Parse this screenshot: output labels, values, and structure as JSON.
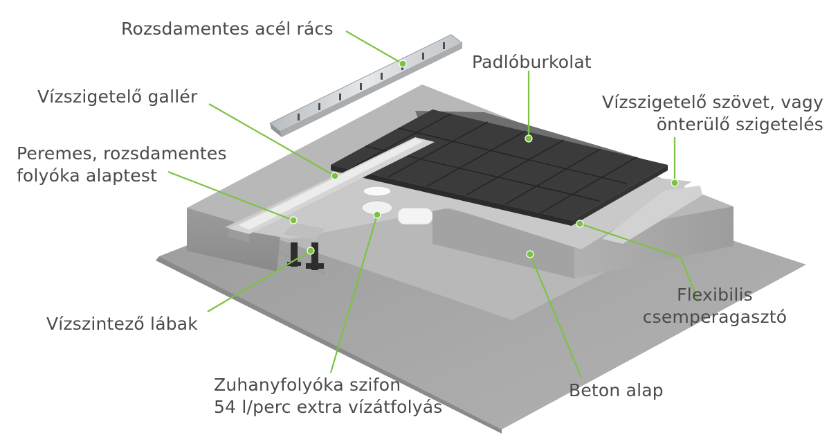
{
  "labels": {
    "grate": "Rozsdamentes acél rács",
    "collar": "Vízszigetelő gallér",
    "body_line1": "Peremes, rozsdamentes",
    "body_line2": "folyóka alaptest",
    "feet": "Vízszintező lábak",
    "siphon_line1": "Zuhanyfolyóka szifon",
    "siphon_line2": "54 l/perc extra vízátfolyás",
    "tiles": "Padlóburkolat",
    "membrane_line1": "Vízszigetelő szövet, vagy",
    "membrane_line2": "önterülő szigetelés",
    "adhesive_line1": "Flexibilis",
    "adhesive_line2": "csemperagasztó",
    "concrete": "Beton alap"
  },
  "colors": {
    "text": "#4a4a4a",
    "leader": "#7cc242",
    "concrete": "#a9a9a9",
    "concrete_dark": "#8e8e8e",
    "tile": "#3b3b3b",
    "membrane": "#c9c9c9",
    "steel": "#cfd2d4"
  }
}
